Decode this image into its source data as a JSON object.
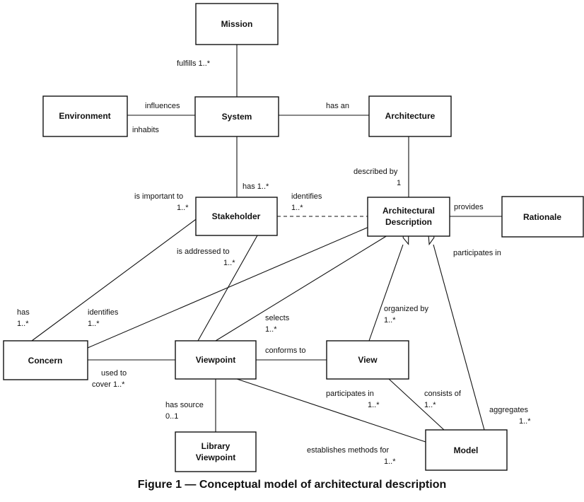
{
  "boxes": {
    "mission": [
      "Mission"
    ],
    "environment": [
      "Environment"
    ],
    "system": [
      "System"
    ],
    "architecture": [
      "Architecture"
    ],
    "stakeholder": [
      "Stakeholder"
    ],
    "arch_desc": [
      "Architectural",
      "Description"
    ],
    "rationale": [
      "Rationale"
    ],
    "concern": [
      "Concern"
    ],
    "viewpoint": [
      "Viewpoint"
    ],
    "view": [
      "View"
    ],
    "library_viewpoint": [
      "Library",
      "Viewpoint"
    ],
    "model": [
      "Model"
    ]
  },
  "labels": {
    "fulfills": "fulfills 1..*",
    "influences": "influences",
    "inhabits": "inhabits",
    "has_an": "has an",
    "described_by": "described by",
    "described_by_mult": "1",
    "has_stakeholders": "has 1..*",
    "is_important_to": "is important to",
    "is_important_to_mult": "1..*",
    "identifies_stakeholder": "identifies",
    "identifies_stakeholder_mult": "1..*",
    "provides": "provides",
    "participates_in_ad": "participates in",
    "is_addressed_to": "is addressed to",
    "is_addressed_to_mult": "1..*",
    "has_concern": "has",
    "has_concern_mult": "1..*",
    "identifies_concern": "identifies",
    "identifies_concern_mult": "1..*",
    "selects": "selects",
    "selects_mult": "1..*",
    "organized_by": "organized by",
    "organized_by_mult": "1..*",
    "used_to": "used to",
    "cover": "cover 1..*",
    "conforms_to": "conforms to",
    "has_source": "has source",
    "has_source_mult": "0..1",
    "participates_in_view": "participates in",
    "participates_in_view_mult": "1..*",
    "consists_of": "consists of",
    "consists_of_mult": "1..*",
    "aggregates": "aggregates",
    "aggregates_mult": "1..*",
    "establishes": "establishes methods for",
    "establishes_mult": "1..*"
  },
  "caption": "Figure 1 — Conceptual model of architectural description"
}
